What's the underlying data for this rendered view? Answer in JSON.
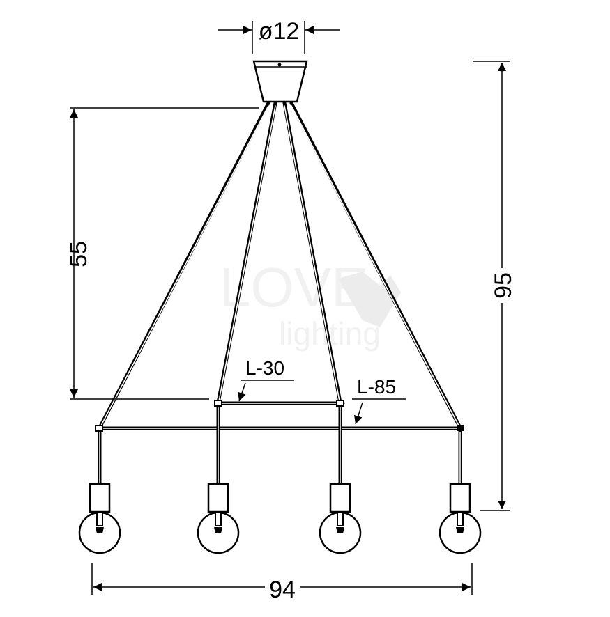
{
  "watermark": {
    "line1": "LOVE",
    "line2": "lighting"
  },
  "dimensions": {
    "canopy_diameter": "ø12",
    "drop_height": "55",
    "total_height": "95",
    "total_width": "94"
  },
  "labels": {
    "inner_bar": "L-30",
    "outer_bar": "L-85"
  },
  "colors": {
    "line": "#000000",
    "background": "#ffffff",
    "watermark": "#f1f1f1"
  }
}
